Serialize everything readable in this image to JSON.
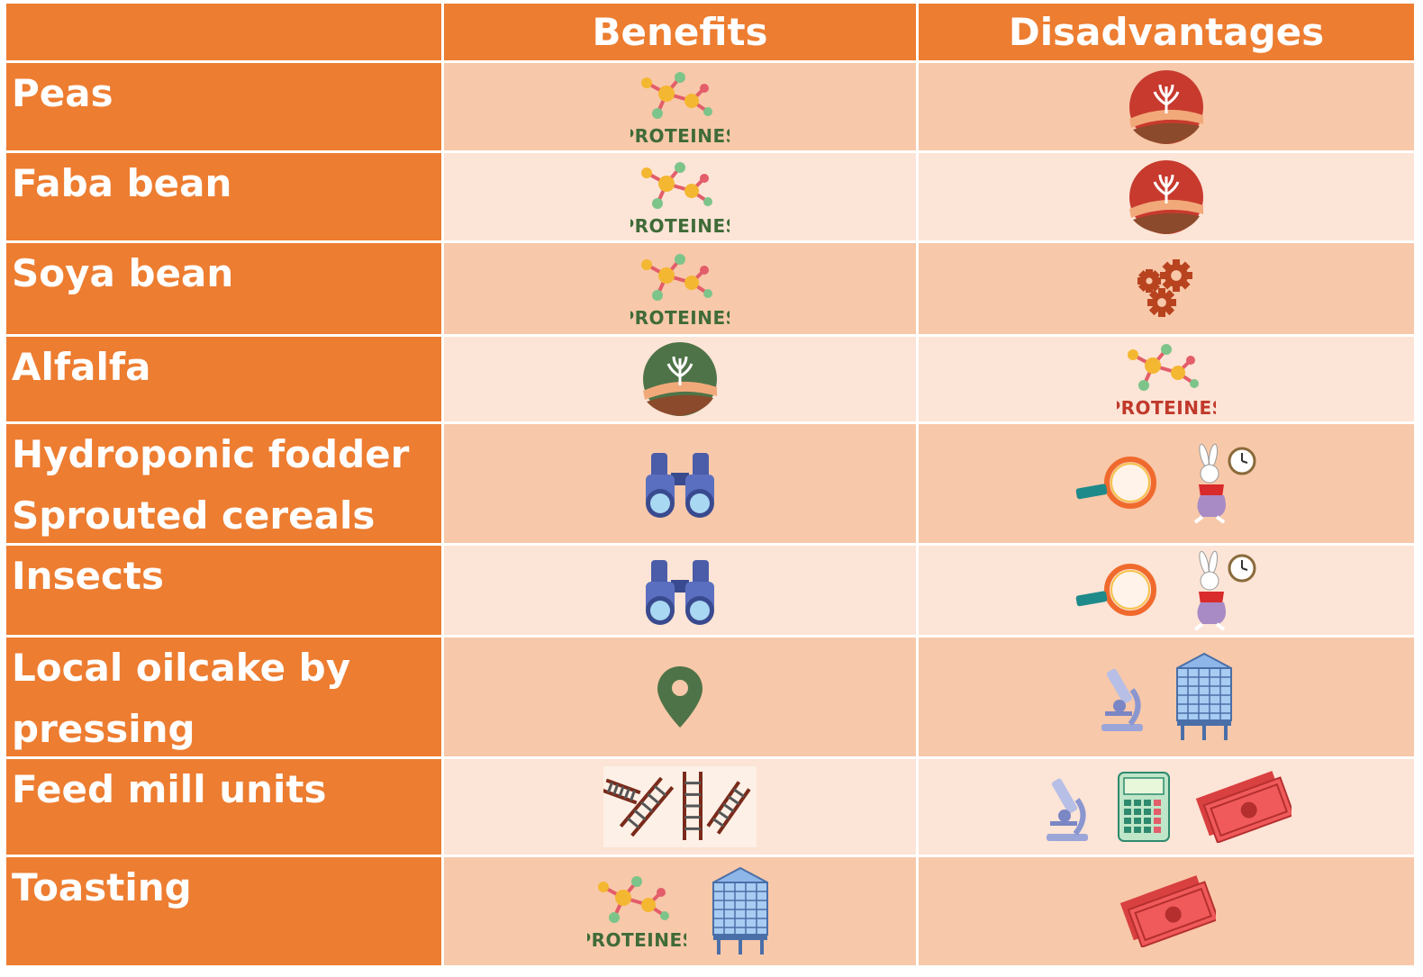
{
  "header": {
    "col1": "",
    "col2": "Benefits",
    "col3": "Disadvantages"
  },
  "icon_text": {
    "proteines": "PROTEINES"
  },
  "colors": {
    "header_orange": "#ed7d31",
    "row_dark": "#f7c8a9",
    "row_light": "#fce4d6",
    "green": "#4f7348",
    "red": "#c0392b"
  },
  "rows": [
    {
      "name": "Peas",
      "benefits": [
        "proteins-molecule-icon"
      ],
      "disadvantages": [
        "field-plant-red-icon"
      ]
    },
    {
      "name": "Faba bean",
      "benefits": [
        "proteins-molecule-icon"
      ],
      "disadvantages": [
        "field-plant-red-icon"
      ]
    },
    {
      "name": "Soya bean",
      "benefits": [
        "proteins-molecule-icon"
      ],
      "disadvantages": [
        "gears-icon"
      ]
    },
    {
      "name": "Alfalfa",
      "benefits": [
        "field-plant-green-icon"
      ],
      "disadvantages": [
        "proteins-molecule-red-icon"
      ]
    },
    {
      "name": "Hydroponic fodder\nSprouted cereals",
      "benefits": [
        "binoculars-icon"
      ],
      "disadvantages": [
        "magnifying-glass-icon",
        "white-rabbit-clock-icon"
      ]
    },
    {
      "name": "Insects",
      "benefits": [
        "binoculars-icon"
      ],
      "disadvantages": [
        "magnifying-glass-icon",
        "white-rabbit-clock-icon"
      ]
    },
    {
      "name": "Local oilcake by\npressing",
      "benefits": [
        "location-pin-icon"
      ],
      "disadvantages": [
        "microscope-icon",
        "silo-icon"
      ]
    },
    {
      "name": "Feed mill units",
      "benefits": [
        "ladders-icon"
      ],
      "disadvantages": [
        "microscope-icon",
        "calculator-icon",
        "money-icon"
      ]
    },
    {
      "name": "Toasting",
      "benefits": [
        "proteins-molecule-icon",
        "silo-icon"
      ],
      "disadvantages": [
        "money-icon"
      ]
    }
  ]
}
